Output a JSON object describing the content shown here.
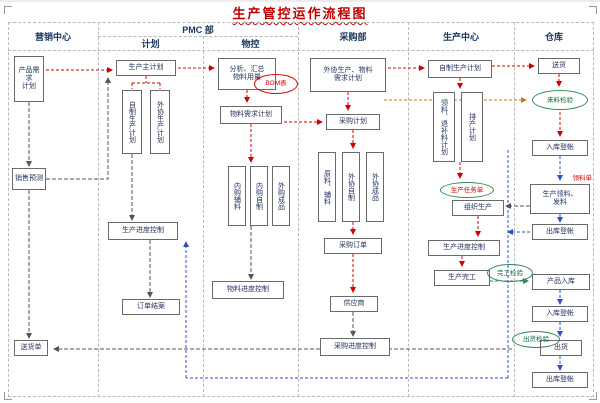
{
  "title": "生产管控运作流程图",
  "lanes": {
    "marketing": "营销中心",
    "pmc": "PMC 部",
    "plan": "计划",
    "material_control": "物控",
    "purchasing": "采购部",
    "production": "生产中心",
    "warehouse": "仓库"
  },
  "nodes": {
    "product_demand_plan": "产品需求\n计划",
    "sales_forecast": "销售预测",
    "delivery_note": "送货单",
    "master_production_plan": "生产主计划",
    "inhouse_production_plan": "自制生产计划",
    "outsource_production_plan": "外协生产计划",
    "production_progress_control_plan": "生产进度控制",
    "order_closing": "订单结案",
    "analyze_material_usage": "分析、汇总\n物料用量",
    "material_requirement_plan": "物料需求计划",
    "inpurchase_auxiliary": "内购辅料",
    "inpurchase_selfmade": "内购自制",
    "outpurchase_finished": "外购成品",
    "material_progress_control": "物料进度控制",
    "outsource_material_requirement_plan": "外协生产、物料\n需求计划",
    "purchase_plan": "采购计划",
    "raw_auxiliary_material": "原料、辅料",
    "outsource_selfmade": "外协自制",
    "outsource_finished": "外协成品",
    "purchase_order": "采购订单",
    "supplier": "供应商",
    "purchase_progress_control": "采购进度控制",
    "production_inhouse_plan": "自制生产计划",
    "material_requisition_plan": "领料、退补料计划",
    "scheduling_plan": "排产计划",
    "organize_production": "组织生产",
    "production_progress_control": "生产进度控制",
    "production_complete": "生产完工",
    "delivery": "送货",
    "incoming_inspection": "来料检验",
    "inbound_register_1": "入库登帐",
    "production_material_issue": "生产领料、\n发料",
    "outbound_register_1": "出库登帐",
    "product_inbound": "产品入库",
    "inbound_register_2": "入库登帐",
    "shipment": "出货",
    "shipment_inspection": "出货检验",
    "completion_inspection": "完工检验",
    "outbound_register_2": "出库登帐"
  },
  "annotations": {
    "bom_note": "BOM表",
    "production_task_note": "生产任务单",
    "material_requisition_note": "领料单"
  },
  "colors": {
    "title": "#c00000",
    "flow_main": "#d40000",
    "flow_feedback": "#2b50c8",
    "inspection": "#2e8b57",
    "annotation": "#d40000"
  }
}
